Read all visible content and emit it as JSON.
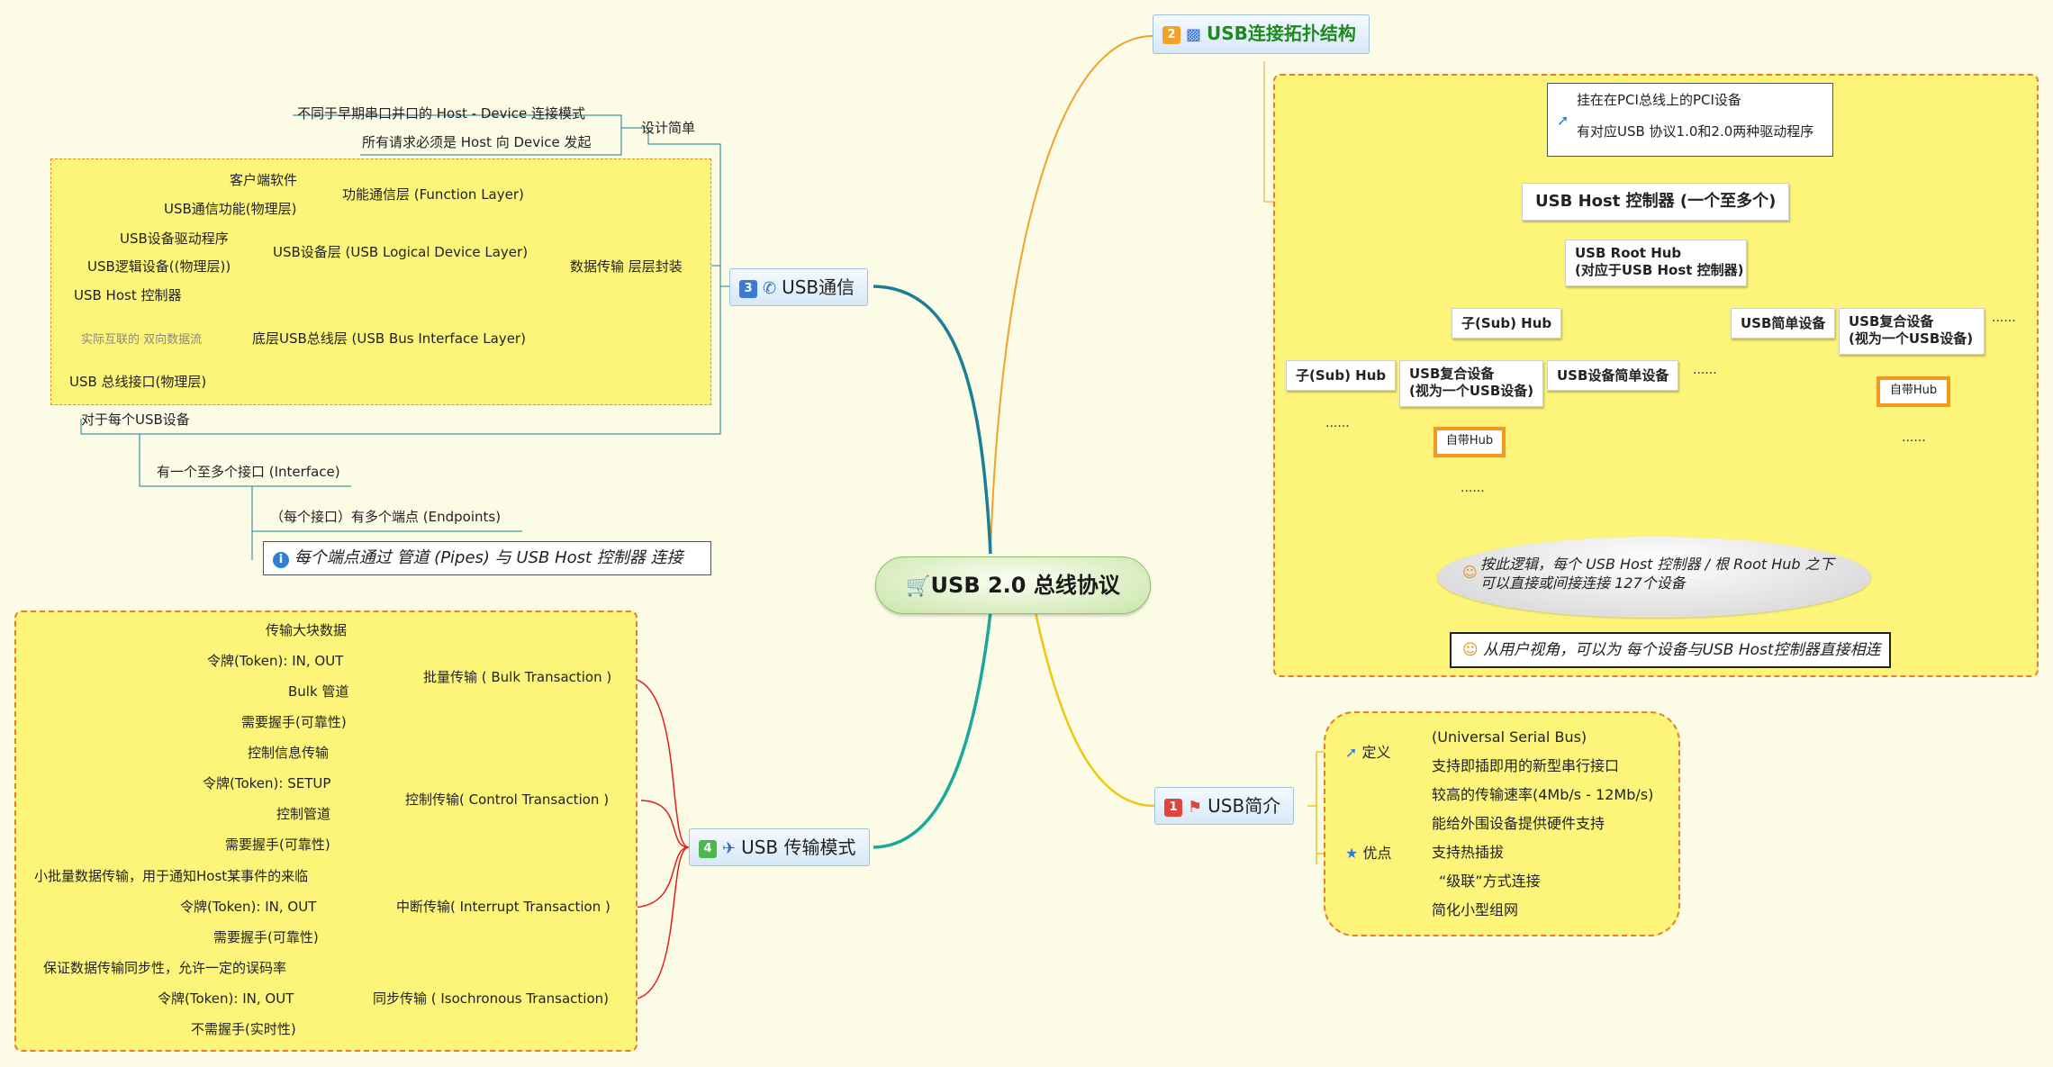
{
  "central": {
    "label": "USB 2.0 总线协议",
    "icon": "cart-icon"
  },
  "topics": {
    "intro": {
      "num": "1",
      "label": "USB简介",
      "icon": "flag-icon",
      "num_color": "#e0443e"
    },
    "topology": {
      "num": "2",
      "label": "USB连接拓扑结构",
      "icon": "bar-chart-icon",
      "num_color": "#f3a128"
    },
    "comm": {
      "num": "3",
      "label": "USB通信",
      "icon": "phone-icon",
      "num_color": "#3b7cd0"
    },
    "transfer": {
      "num": "4",
      "label": "USB 传输模式",
      "icon": "airplane-icon",
      "num_color": "#4cb84c"
    }
  },
  "intro": {
    "definition": {
      "label": "定义",
      "icon": "arrow-icon",
      "items": [
        "(Universal Serial Bus)",
        "支持即插即用的新型串行接口"
      ]
    },
    "advantages": {
      "label": "优点",
      "icon": "star-icon",
      "items": [
        "较高的传输速率(4Mb/s - 12Mb/s)",
        "能给外围设备提供硬件支持",
        "支持热插拔",
        "“级联”方式连接",
        "简化小型组网"
      ]
    }
  },
  "comm": {
    "design": {
      "label": "设计简单",
      "items": [
        "不同于早期串口并口的 Host - Device 连接模式",
        "所有请求必须是 Host 向 Device 发起"
      ]
    },
    "layers": {
      "label": "数据传输 层层封装",
      "function": {
        "label": "功能通信层 (Function Layer)",
        "items": [
          "客户端软件",
          "USB通信功能(物理层)"
        ]
      },
      "device": {
        "label": "USB设备层 (USB Logical Device Layer)",
        "items": [
          "USB设备驱动程序",
          "USB逻辑设备((物理层))"
        ]
      },
      "bus": {
        "label": "底层USB总线层 (USB Bus Interface Layer)",
        "items": [
          "USB Host 控制器",
          "USB 总线接口(物理层)"
        ],
        "note": "实际互联的 双向数据流"
      }
    },
    "per_device": {
      "label": "对于每个USB设备",
      "interface": "有一个至多个接口 (Interface)",
      "endpoints": "（每个接口）有多个端点 (Endpoints)",
      "pipes": "每个端点通过 管道 (Pipes) 与 USB Host 控制器 连接",
      "pipes_icon": "info-icon"
    }
  },
  "transfer": {
    "bulk": {
      "label": "批量传输 ( Bulk Transaction )",
      "items": [
        "传输大块数据",
        "令牌(Token): IN, OUT",
        "Bulk 管道",
        "需要握手(可靠性)"
      ]
    },
    "control": {
      "label": "控制传输( Control Transaction )",
      "items": [
        "控制信息传输",
        "令牌(Token): SETUP",
        "控制管道",
        "需要握手(可靠性)"
      ]
    },
    "interrupt": {
      "label": "中断传输( Interrupt Transaction )",
      "items": [
        "小批量数据传输，用于通知Host某事件的来临",
        "令牌(Token): IN, OUT",
        "需要握手(可靠性)"
      ]
    },
    "iso": {
      "label": "同步传输 ( Isochronous Transaction)",
      "items": [
        "保证数据传输同步性，允许一定的误码率",
        "令牌(Token): IN, OUT",
        "不需握手(实时性)"
      ]
    }
  },
  "topology": {
    "callout": [
      "挂在在PCI总线上的PCI设备",
      "有对应USB 协议1.0和2.0两种驱动程序"
    ],
    "host": "USB Host 控制器 (一个至多个)",
    "root_hub": [
      "USB Root Hub",
      "(对应于USB Host 控制器)"
    ],
    "sub_hub": "子(Sub) Hub",
    "simple_device": "USB简单设备",
    "composite": [
      "USB复合设备",
      "(视为一个USB设备)"
    ],
    "sub_hub2": "子(Sub) Hub",
    "composite2": [
      "USB复合设备",
      "(视为一个USB设备)"
    ],
    "simple_device2": "USB设备简单设备",
    "builtin_hub": "自带Hub",
    "builtin_hub2": "自带Hub",
    "ellipsis": "......",
    "ellipsis_short": "......",
    "bubble": [
      "按此逻辑，每个 USB Host 控制器 / 根 Root Hub 之下",
      "可以直接或间接连接 127个设备"
    ],
    "user_view": "从用户视角，可以为 每个设备与USB Host控制器直接相连"
  }
}
